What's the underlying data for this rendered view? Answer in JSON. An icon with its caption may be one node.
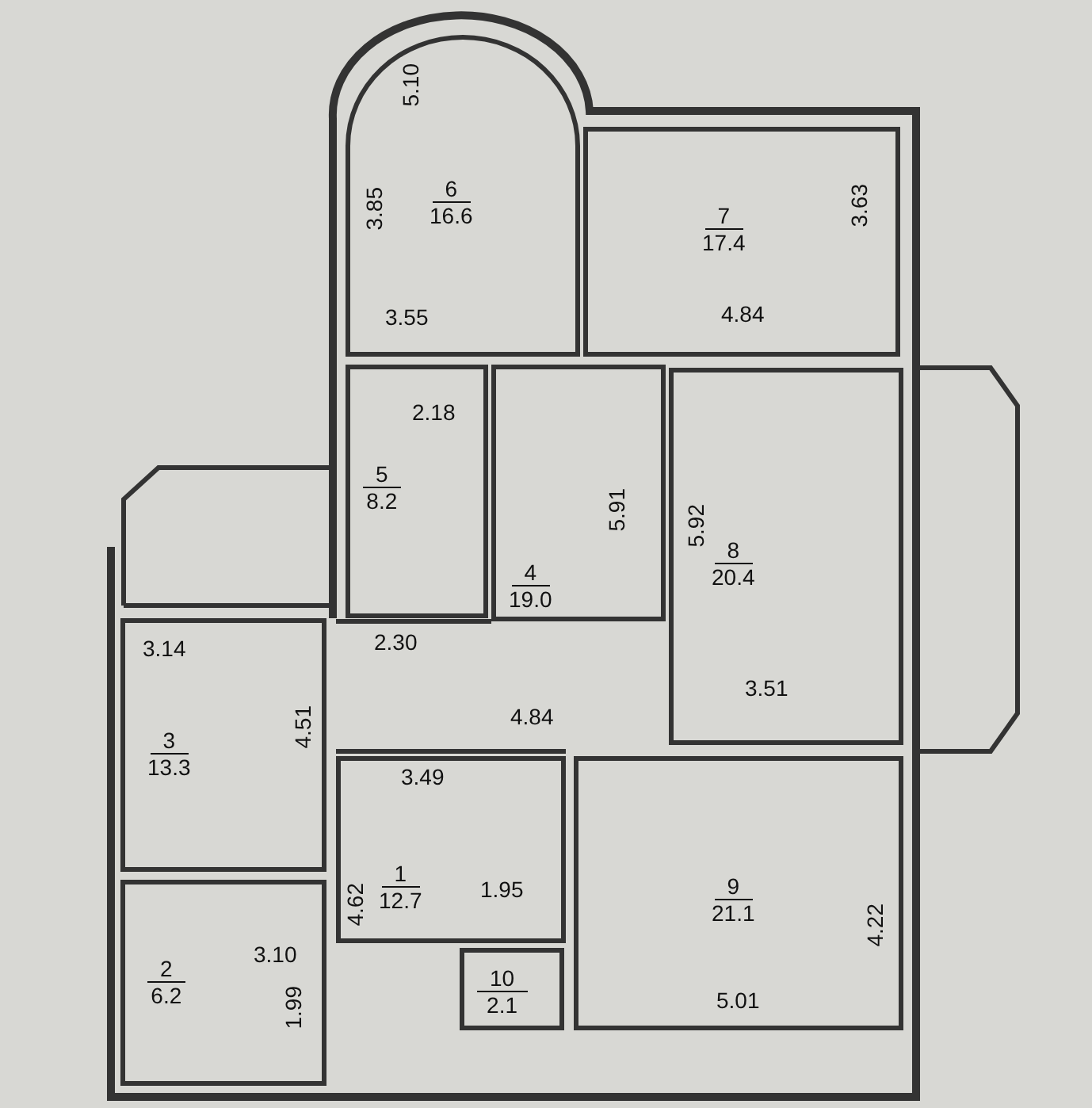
{
  "diagram": {
    "nodes": [
      {
        "text": [
          "6",
          "16.6"
        ]
      },
      {
        "text": [
          "7",
          "17.4"
        ]
      },
      {
        "text": [
          "5",
          "8.2"
        ]
      },
      {
        "text": [
          "4",
          "19.0"
        ]
      },
      {
        "text": [
          "8",
          "20.4"
        ]
      },
      {
        "text": [
          "3",
          "13.3"
        ]
      },
      {
        "text": [
          "1",
          "12.7"
        ]
      },
      {
        "text": [
          "9",
          "21.1"
        ]
      },
      {
        "text": [
          "10",
          "2.1"
        ]
      },
      {
        "text": [
          "2",
          "6.2"
        ]
      }
    ],
    "edges": [],
    "labels": [
      "5.10",
      "3.85",
      "3.55",
      "3.63",
      "4.84",
      "2.18",
      "5.91",
      "5.92",
      "2.30",
      "3.14",
      "4.51",
      "3.51",
      "4.84",
      "3.49",
      "4.62",
      "1.95",
      "4.22",
      "3.10",
      "1.99",
      "5.01"
    ]
  }
}
